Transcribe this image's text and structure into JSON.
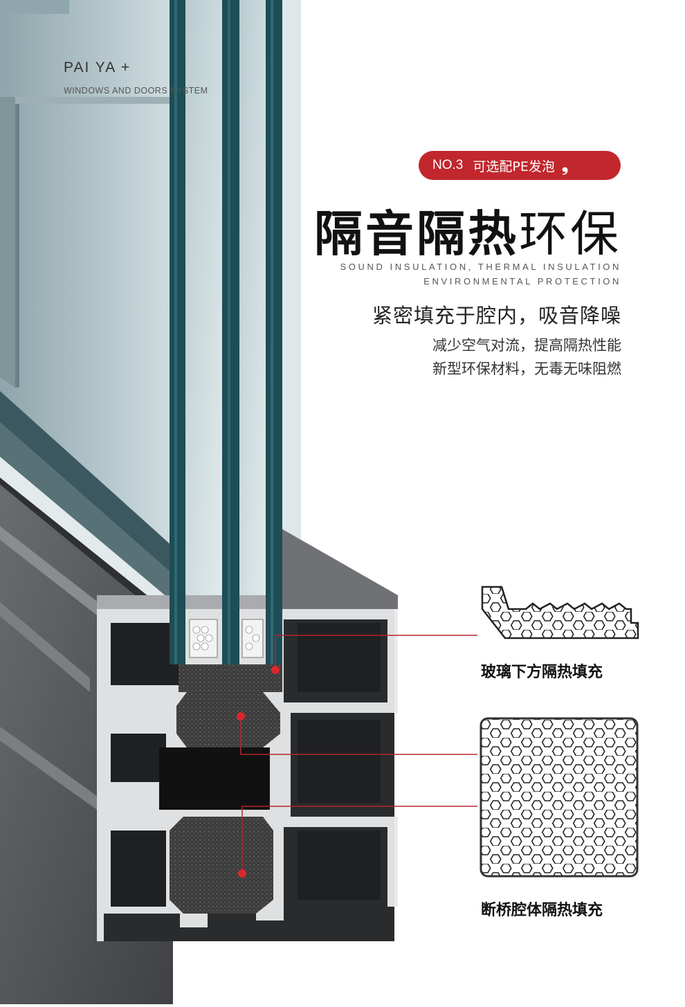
{
  "brand": {
    "name": "PAI YA  +",
    "subtitle": "WINDOWS AND DOORS SYSTEM"
  },
  "badge": {
    "number": "NO.3",
    "text": "可选配PE发泡",
    "mark": "❟"
  },
  "headline": {
    "bold_part": "隔音隔热",
    "light_part": "环保"
  },
  "english_caption": {
    "line1": "SOUND INSULATION, THERMAL INSULATION",
    "line2": "ENVIRONMENTAL PROTECTION"
  },
  "subheading": "紧密填充于腔内，吸音降噪",
  "features": {
    "line1": "减少空气对流，提高隔热性能",
    "line2": "新型环保材料，无毒无味阻燃"
  },
  "callouts": {
    "glass_fill": "玻璃下方隔热填充",
    "cavity_fill": "断桥腔体隔热填充"
  },
  "colors": {
    "accent_red": "#c1272d",
    "glass_teal": "#1f4f55",
    "aluminum": "#5b5d61",
    "foam": "#3a3a3a"
  }
}
